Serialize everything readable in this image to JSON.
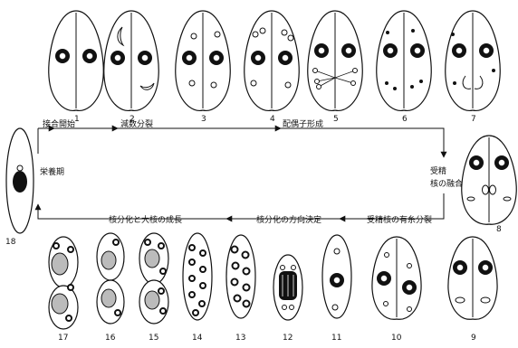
{
  "steps": {
    "s1": {
      "number": "1",
      "label": "接合開始"
    },
    "s2": {
      "number": "2",
      "label": "減数分裂"
    },
    "s3": {
      "number": "3"
    },
    "s4": {
      "number": "4"
    },
    "s5": {
      "number": "5",
      "label": "配偶子形成"
    },
    "s6": {
      "number": "6"
    },
    "s7": {
      "number": "7"
    },
    "s8": {
      "number": "8",
      "label_line1": "受精",
      "label_line2": "核の融合"
    },
    "s9": {
      "number": "9"
    },
    "s10": {
      "number": "10"
    },
    "s11": {
      "number": "11",
      "label": "受精核の有糸分裂"
    },
    "s12": {
      "number": "12"
    },
    "s13": {
      "number": "13",
      "label": "核分化の方向決定"
    },
    "s14": {
      "number": "14"
    },
    "s15": {
      "number": "15"
    },
    "s16": {
      "number": "16"
    },
    "s17": {
      "number": "17",
      "label": "核分化と大核の成長"
    },
    "s18": {
      "number": "18",
      "label": "栄養期"
    }
  }
}
